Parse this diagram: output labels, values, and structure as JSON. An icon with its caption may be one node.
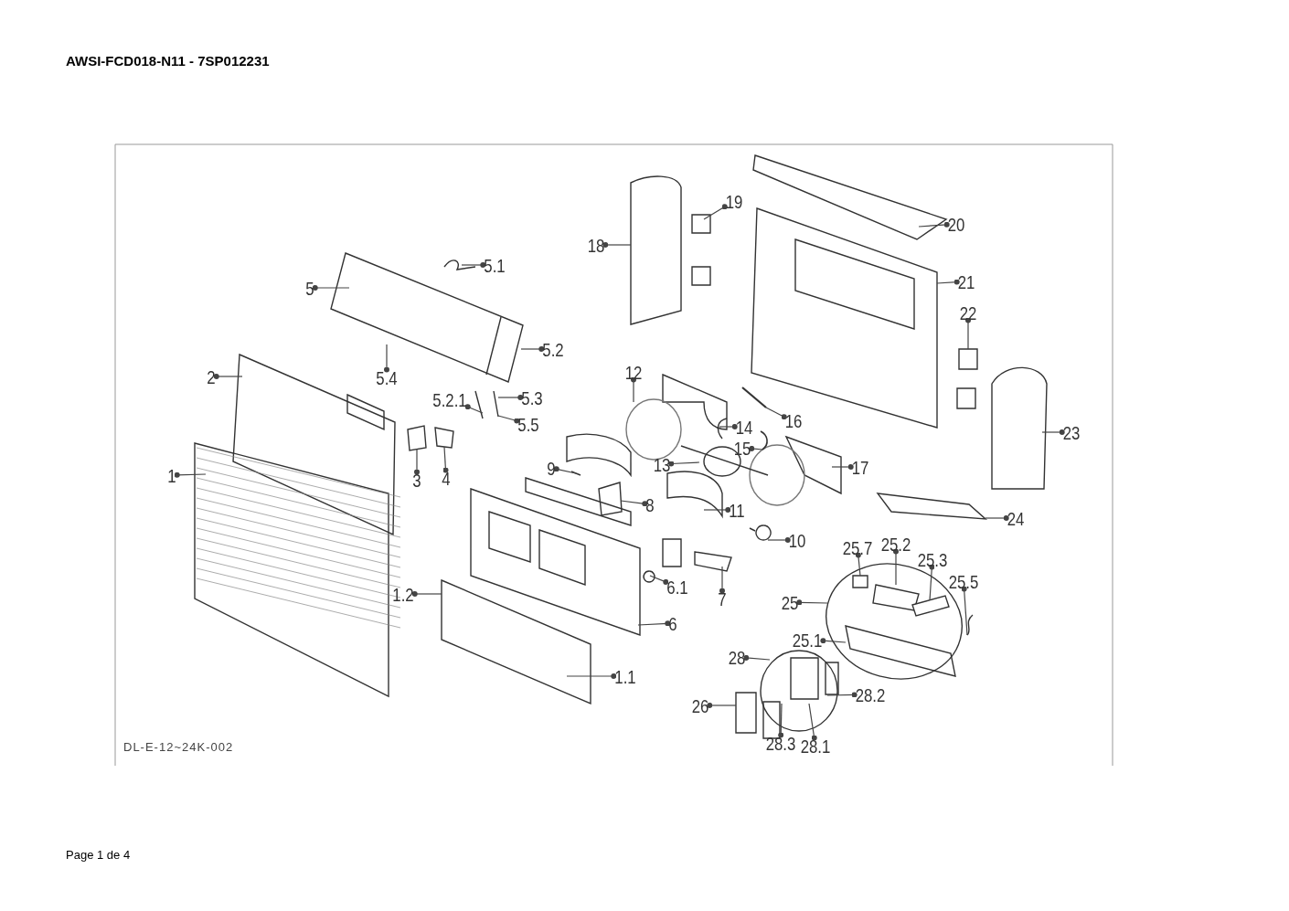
{
  "diagram": {
    "title": "AWSI-FCD018-N11 - 7SP012231",
    "nodes": [
      {
        "text": [
          "1"
        ]
      },
      {
        "text": [
          "1.1"
        ]
      },
      {
        "text": [
          "1.2"
        ]
      },
      {
        "text": [
          "2"
        ]
      },
      {
        "text": [
          "3"
        ]
      },
      {
        "text": [
          "4"
        ]
      },
      {
        "text": [
          "5"
        ]
      },
      {
        "text": [
          "5.1"
        ]
      },
      {
        "text": [
          "5.2"
        ]
      },
      {
        "text": [
          "5.2.1"
        ]
      },
      {
        "text": [
          "5.3"
        ]
      },
      {
        "text": [
          "5.4"
        ]
      },
      {
        "text": [
          "5.5"
        ]
      },
      {
        "text": [
          "6"
        ]
      },
      {
        "text": [
          "6.1"
        ]
      },
      {
        "text": [
          "7"
        ]
      },
      {
        "text": [
          "8"
        ]
      },
      {
        "text": [
          "9"
        ]
      },
      {
        "text": [
          "10"
        ]
      },
      {
        "text": [
          "11"
        ]
      },
      {
        "text": [
          "12"
        ]
      },
      {
        "text": [
          "13"
        ]
      },
      {
        "text": [
          "14"
        ]
      },
      {
        "text": [
          "15"
        ]
      },
      {
        "text": [
          "16"
        ]
      },
      {
        "text": [
          "17"
        ]
      },
      {
        "text": [
          "18"
        ]
      },
      {
        "text": [
          "19"
        ]
      },
      {
        "text": [
          "20"
        ]
      },
      {
        "text": [
          "21"
        ]
      },
      {
        "text": [
          "22"
        ]
      },
      {
        "text": [
          "23"
        ]
      },
      {
        "text": [
          "24"
        ]
      },
      {
        "text": [
          "25"
        ]
      },
      {
        "text": [
          "25.1"
        ]
      },
      {
        "text": [
          "25.2"
        ]
      },
      {
        "text": [
          "25.3"
        ]
      },
      {
        "text": [
          "25.5"
        ]
      },
      {
        "text": [
          "25.7"
        ]
      },
      {
        "text": [
          "26"
        ]
      },
      {
        "text": [
          "28"
        ]
      },
      {
        "text": [
          "28.1"
        ]
      },
      {
        "text": [
          "28.2"
        ]
      },
      {
        "text": [
          "28.3"
        ]
      },
      {
        "text": [],
        "shape": "box"
      },
      {
        "text": [],
        "shape": "box"
      },
      {
        "text": [],
        "shape": "hook"
      },
      {
        "text": [],
        "shape": "bar"
      },
      {
        "text": [],
        "shape": "box"
      }
    ],
    "edges": [
      {
        "from": 0,
        "to": null,
        "arrow": "other"
      },
      {
        "from": 1,
        "to": null,
        "arrow": "other"
      },
      {
        "from": 2,
        "to": null,
        "arrow": "other"
      },
      {
        "from": 3,
        "to": null,
        "arrow": "other"
      },
      {
        "from": 4,
        "to": 44,
        "arrow": "other"
      },
      {
        "from": 5,
        "to": 45,
        "arrow": "other"
      },
      {
        "from": 6,
        "to": null,
        "arrow": "other"
      },
      {
        "from": 7,
        "to": null,
        "arrow": "other"
      },
      {
        "from": 8,
        "to": null,
        "arrow": "other"
      },
      {
        "from": 9,
        "to": null,
        "arrow": "other"
      },
      {
        "from": 10,
        "to": null,
        "arrow": "other"
      },
      {
        "from": 11,
        "to": null,
        "arrow": "other"
      },
      {
        "from": 12,
        "to": null,
        "arrow": "other"
      },
      {
        "from": 13,
        "to": null,
        "arrow": "other"
      },
      {
        "from": 14,
        "to": null,
        "arrow": "other"
      },
      {
        "from": 15,
        "to": null,
        "arrow": "other"
      },
      {
        "from": 16,
        "to": null,
        "arrow": "other"
      },
      {
        "from": 17,
        "to": null,
        "arrow": "other"
      },
      {
        "from": 18,
        "to": null,
        "arrow": "other"
      },
      {
        "from": 19,
        "to": null,
        "arrow": "other"
      },
      {
        "from": 20,
        "to": null,
        "arrow": "other"
      },
      {
        "from": 21,
        "to": null,
        "arrow": "other"
      },
      {
        "from": 22,
        "to": null,
        "arrow": "other"
      },
      {
        "from": 23,
        "to": 46,
        "arrow": "other"
      },
      {
        "from": 24,
        "to": 47,
        "arrow": "other"
      },
      {
        "from": 25,
        "to": null,
        "arrow": "other"
      },
      {
        "from": 26,
        "to": null,
        "arrow": "other"
      },
      {
        "from": 27,
        "to": null,
        "arrow": "other"
      },
      {
        "from": 28,
        "to": null,
        "arrow": "other"
      },
      {
        "from": 29,
        "to": null,
        "arrow": "other"
      },
      {
        "from": 30,
        "to": null,
        "arrow": "other"
      },
      {
        "from": 31,
        "to": null,
        "arrow": "other"
      },
      {
        "from": 32,
        "to": null,
        "arrow": "other"
      },
      {
        "from": 33,
        "to": null,
        "arrow": "other"
      },
      {
        "from": 34,
        "to": null,
        "arrow": "other"
      },
      {
        "from": 35,
        "to": null,
        "arrow": "other"
      },
      {
        "from": 36,
        "to": 48,
        "arrow": "other"
      },
      {
        "from": 37,
        "to": null,
        "arrow": "other"
      },
      {
        "from": 38,
        "to": null,
        "arrow": "other"
      },
      {
        "from": 39,
        "to": null,
        "arrow": "other"
      },
      {
        "from": 40,
        "to": null,
        "arrow": "other"
      },
      {
        "from": 41,
        "to": null,
        "arrow": "other"
      },
      {
        "from": 42,
        "to": null,
        "arrow": "other"
      },
      {
        "from": 43,
        "to": null,
        "arrow": "other"
      }
    ],
    "labels": [
      "DL-E-12~24K-002",
      "Page 1 de 4"
    ]
  }
}
